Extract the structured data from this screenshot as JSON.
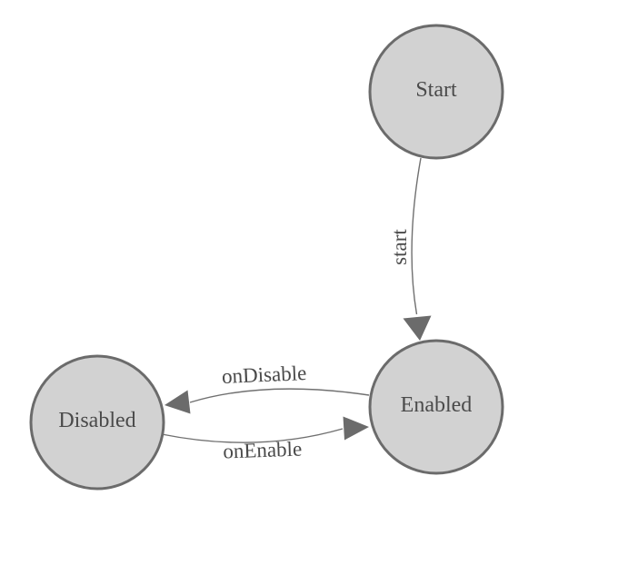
{
  "diagram": {
    "colors": {
      "background": "#ffffff",
      "node_fill": "#d2d2d2",
      "node_stroke": "#6b6b6b",
      "edge_stroke": "#707070",
      "arrowhead_fill": "#6b6b6b",
      "label_color": "#4a4a4a"
    },
    "nodes": [
      {
        "id": "start",
        "label": "Start"
      },
      {
        "id": "enabled",
        "label": "Enabled"
      },
      {
        "id": "disabled",
        "label": "Disabled"
      }
    ],
    "transitions": [
      {
        "from": "Start",
        "to": "Enabled",
        "label": "start"
      },
      {
        "from": "Enabled",
        "to": "Disabled",
        "label": "onDisable"
      },
      {
        "from": "Disabled",
        "to": "Enabled",
        "label": "onEnable"
      }
    ]
  }
}
